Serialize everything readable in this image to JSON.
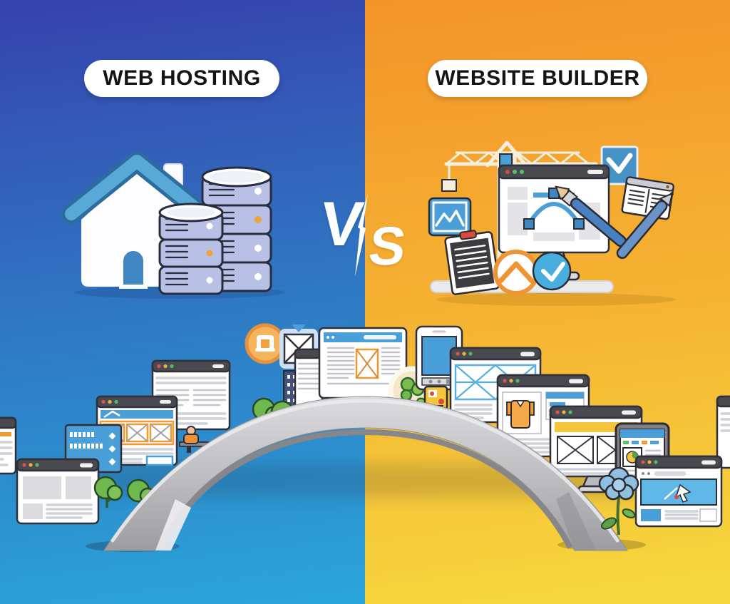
{
  "left": {
    "title": "WEB HOSTING",
    "icons": [
      "house-icon",
      "server-stack-back-icon",
      "server-stack-front-icon"
    ]
  },
  "right": {
    "title": "WEBSITE BUILDER",
    "icons": [
      "crane-icon",
      "design-monitor-icon",
      "pen-tool-icon",
      "checkbox-icon",
      "open-book-icon",
      "clipboard-icon",
      "envelope-icon",
      "gauge-icon",
      "paintbrush-icon",
      "drafting-pen-icon"
    ]
  },
  "versus": {
    "v": "V",
    "s": "S"
  },
  "bottom": {
    "icons": [
      "bridge",
      "browser-windows",
      "monitor-window",
      "smartphone",
      "tablet",
      "trees",
      "buildings",
      "magnifier-plant-icon",
      "signpost-icon",
      "worker-icon",
      "flower-icon",
      "envelope-tile-icon",
      "badge-icon"
    ]
  },
  "colors": {
    "left_top": "#3642ad",
    "left_mid": "#2f7ac4",
    "left_bottom": "#2aa5d9",
    "right_top": "#f3942a",
    "right_mid": "#f5b433",
    "right_bottom": "#f6d93e",
    "pill_bg": "#ffffff",
    "pill_text": "#141418",
    "bridge_gray": "#c6c6c8",
    "accent_blue": "#4a9fd8",
    "accent_orange": "#f09a36"
  }
}
